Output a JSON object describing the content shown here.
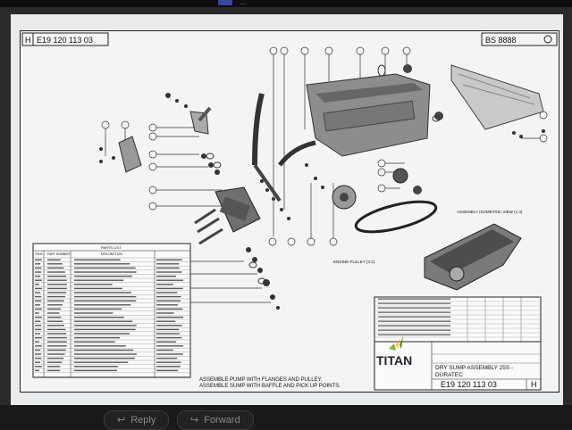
{
  "topbar": {
    "label": "..."
  },
  "drawing": {
    "title_box_left": "E19 120 113 03",
    "rev_left": "H",
    "rev_right": "H",
    "bs_code": "BS 8888",
    "iso_view_label": "ASSEMBLY ISOMETRIC VIEW (1:4)",
    "pulley_label": "ENGINE PULLEY (3:1)",
    "parts_list_title": "PARTS LIST",
    "col_item": "ITEM",
    "col_part": "PART NUMBER",
    "col_desc": "DESCRIPTION",
    "note_line1": "ASSEMBLE PUMP WITH FLANGES AND PULLEY.",
    "note_line2": "ASSEMBLE SUMP WITH BAFFLE AND PICK UP POINTS.",
    "logo_text": "TITAN",
    "title_line1": "DRY SUMP ASSEMBLY 25S -",
    "title_line2": "DURATEC",
    "drawing_number": "E19 120 113 03",
    "rev": "H"
  },
  "bottombar": {
    "reply_label": "Reply",
    "forward_label": "Forward",
    "reply_icon": "reply-arrow-icon",
    "forward_icon": "forward-arrow-icon"
  }
}
